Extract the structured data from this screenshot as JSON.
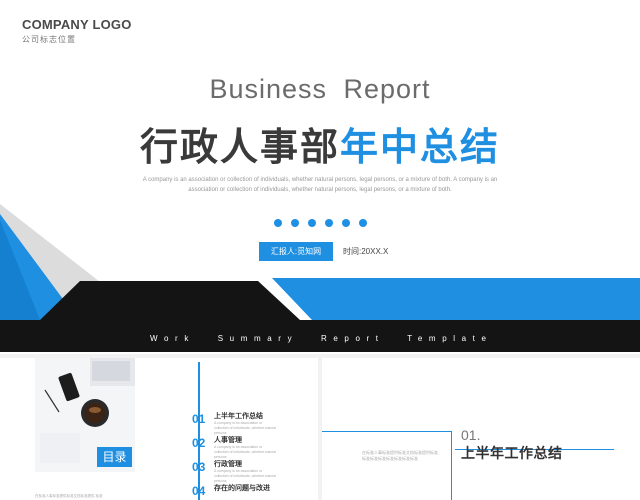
{
  "logo": {
    "main": "COMPANY LOGO",
    "sub": "公司标志位置"
  },
  "title": {
    "en": "Business Report",
    "cn_dark": "行政人事部",
    "cn_blue": "年中总结",
    "description": "A company is an association or collection of individuals, whether natural persons, legal persons, or a mixture of both. A company is an association or collection of individuals, whether natural persons, legal persons, or a mixture of both."
  },
  "reporter_label": "汇报人:觅知网",
  "time_label": "时间:20XX.X",
  "banner_text": "Work Summary Report Template",
  "colors": {
    "accent": "#1e8fe1",
    "dark": "#1a1a1a",
    "grey": "#d9d9d9"
  },
  "preview_toc": {
    "badge": "目录",
    "items": [
      {
        "num": "01",
        "title": "上半年工作总结",
        "desc": "A company is an association or collection of individuals, whether natural persons"
      },
      {
        "num": "02",
        "title": "人事管理",
        "desc": "A company is an association or collection of individuals, whether natural persons"
      },
      {
        "num": "03",
        "title": "行政管理",
        "desc": "A company is an association or collection of individuals, whether natural persons"
      },
      {
        "num": "04",
        "title": "存在的问题与改进",
        "desc": ""
      }
    ],
    "footnote": "在标准人事标准提供标准文档标准提供 标准"
  },
  "preview_section": {
    "num": "01.",
    "title": "上半年工作总结",
    "desc": "在标准人事标准提供标准文档标准提供标准 标准标准标准标准标准标准标准"
  }
}
